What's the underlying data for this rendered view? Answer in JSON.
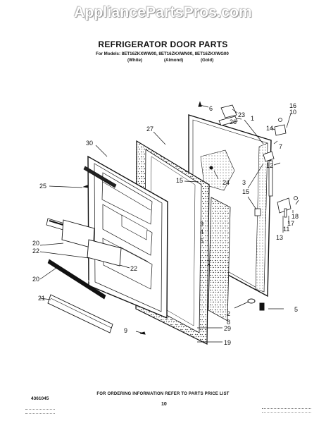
{
  "watermark": "AppliancePartsPros.com",
  "title": "REFRIGERATOR DOOR PARTS",
  "models_line": "For Models: 8ET16ZKXWW00, 8ET16ZKXWN00, 8ET16ZKXWG00",
  "finishes": [
    "(White)",
    "(Almond)",
    "(Gold)"
  ],
  "callouts": [
    "1",
    "2",
    "3",
    "3",
    "4",
    "5",
    "5",
    "6",
    "7",
    "8",
    "9",
    "10",
    "11",
    "12",
    "13",
    "14",
    "15",
    "15",
    "16",
    "17",
    "18",
    "19",
    "20",
    "20",
    "21",
    "22",
    "22",
    "23",
    "24",
    "25",
    "26",
    "27",
    "29",
    "30"
  ],
  "ordering_note": "FOR ORDERING INFORMATION REFER TO PARTS PRICE LIST",
  "part_number": "4361045",
  "page_number": "10"
}
